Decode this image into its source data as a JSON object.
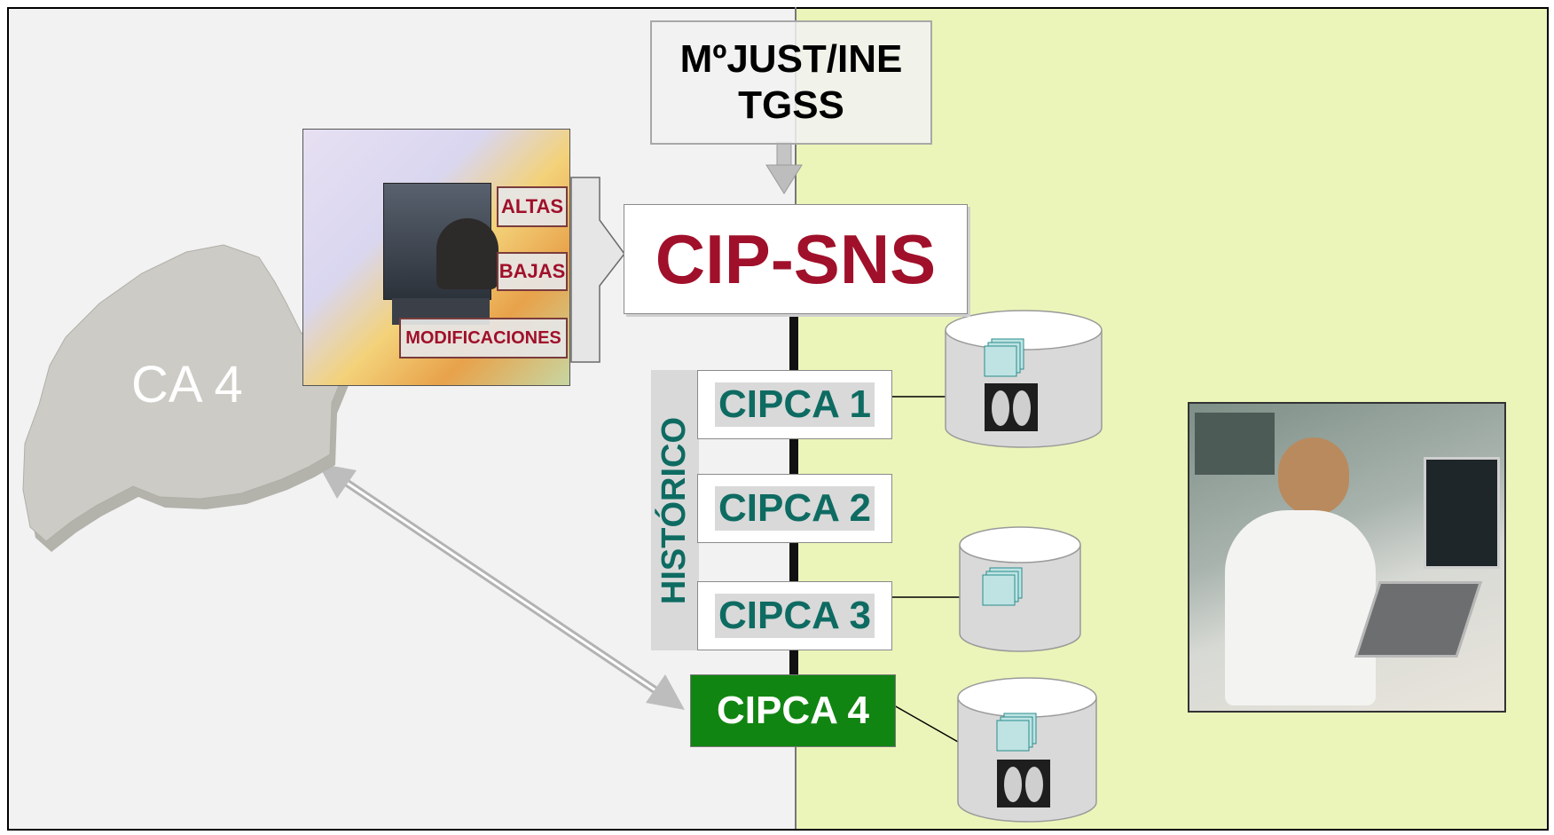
{
  "top_box": {
    "line1": "MºJUST/INE",
    "line2": "TGSS"
  },
  "central": {
    "label": "CIP-SNS"
  },
  "photo_labels": {
    "altas": "ALTAS",
    "bajas": "BAJAS",
    "modificaciones": "MODIFICACIONES"
  },
  "region": {
    "label": "CA 4"
  },
  "historico": {
    "label": "HISTÓRICO"
  },
  "cipca_nodes": [
    "CIPCA 1",
    "CIPCA 2",
    "CIPCA 3",
    "CIPCA 4"
  ],
  "colors": {
    "left_panel": "#f2f2f2",
    "right_panel": "#ebf5b9",
    "cip_sns_text": "#a0102a",
    "cipca_text": "#0e6b62",
    "cipca4_fill": "#118511",
    "region_fill": "#cccbc5"
  },
  "icons": [
    "document-stack-icon",
    "xray-icon",
    "database-cylinder-icon",
    "region-map-shape",
    "doctor-photo",
    "computer-workstation-photo"
  ]
}
